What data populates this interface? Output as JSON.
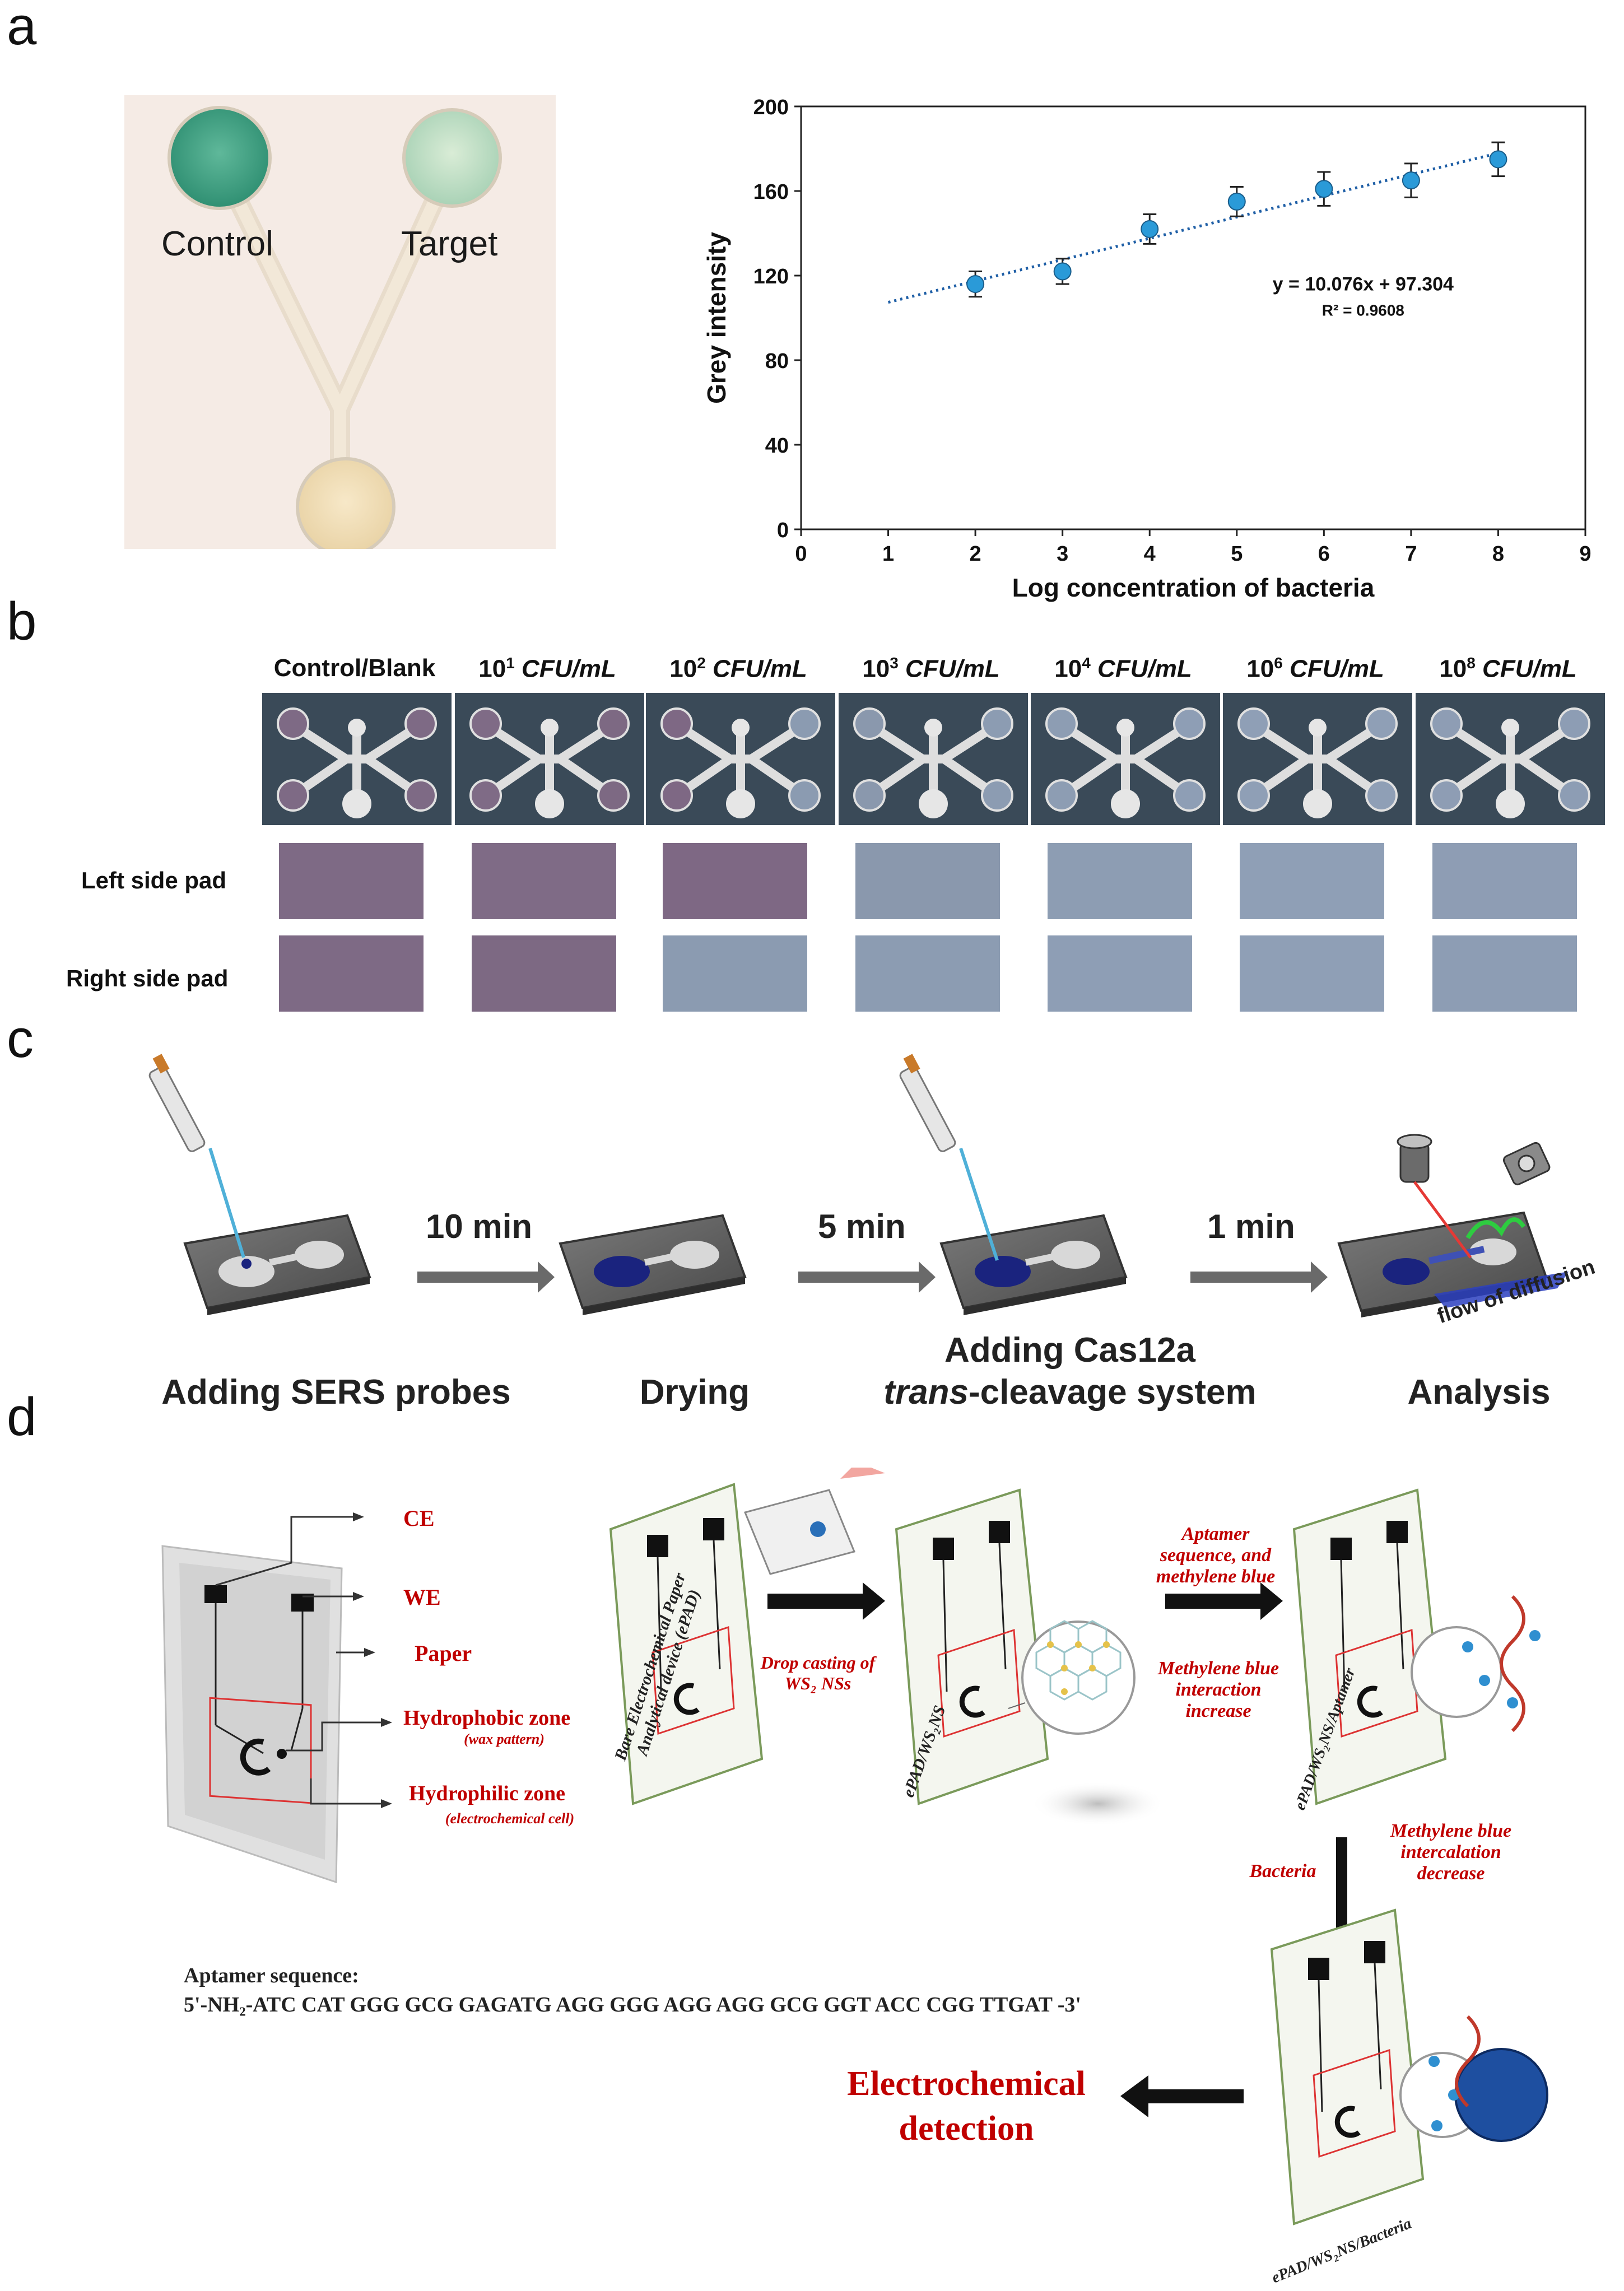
{
  "panels": {
    "a": "a",
    "b": "b",
    "c": "c",
    "d": "d"
  },
  "panel_a": {
    "photo_labels": {
      "control": "Control",
      "target": "Target"
    }
  },
  "chart_data": {
    "type": "scatter",
    "x": [
      2,
      3,
      4,
      5,
      6,
      7,
      8
    ],
    "y": [
      116,
      122,
      142,
      155,
      161,
      165,
      175
    ],
    "yerr": [
      6,
      6,
      7,
      7,
      8,
      8,
      8
    ],
    "xlabel": "Log concentration of bacteria",
    "ylabel": "Grey intensity",
    "xlim": [
      0,
      9
    ],
    "ylim": [
      0,
      200
    ],
    "xticks": [
      "0",
      "1",
      "2",
      "3",
      "4",
      "5",
      "6",
      "7",
      "8",
      "9"
    ],
    "yticks": [
      "0",
      "40",
      "80",
      "120",
      "160",
      "200"
    ],
    "trendline": {
      "slope": 10.076,
      "intercept": 97.304,
      "x_start": 1,
      "x_end": 8,
      "style": "dotted"
    },
    "equation": "y = 10.076x + 97.304",
    "r2": "R² = 0.9608",
    "grid": false,
    "point_color": "#2a9ad8"
  },
  "panel_b": {
    "columns": [
      {
        "label": "Control/Blank",
        "exp": "",
        "unit": ""
      },
      {
        "label": "10",
        "exp": "1",
        "unit": " CFU/mL"
      },
      {
        "label": "10",
        "exp": "2",
        "unit": " CFU/mL"
      },
      {
        "label": "10",
        "exp": "3",
        "unit": " CFU/mL"
      },
      {
        "label": "10",
        "exp": "4",
        "unit": " CFU/mL"
      },
      {
        "label": "10",
        "exp": "6",
        "unit": " CFU/mL"
      },
      {
        "label": "10",
        "exp": "8",
        "unit": " CFU/mL"
      }
    ],
    "rows": [
      "Left side pad",
      "Right side pad"
    ],
    "left_pad_colors": [
      "#7e6a85",
      "#7f6b86",
      "#7e6884",
      "#8a98ad",
      "#8d9db3",
      "#8f9fb6",
      "#8e9db4"
    ],
    "right_pad_colors": [
      "#7e6a85",
      "#7d6983",
      "#8b9bb1",
      "#8c9cb2",
      "#8e9eb5",
      "#8f9fb6",
      "#8d9db4"
    ]
  },
  "panel_c": {
    "steps": [
      "Adding SERS probes",
      "Drying",
      "Adding Cas12a",
      "-cleavage system",
      "Analysis"
    ],
    "trans": "trans",
    "times": [
      "10 min",
      "5 min",
      "1 min"
    ],
    "flow": "flow of diffusion"
  },
  "panel_d": {
    "legend": {
      "ce": "CE",
      "we": "WE",
      "paper": "Paper",
      "hydrophobic": "Hydrophobic zone",
      "hydrophobic_sub": "(wax pattern)",
      "hydrophilic": "Hydrophilic zone",
      "hydrophilic_sub": "(electrochemical cell)"
    },
    "device1": "Bare Electrochemical Paper Analytical device (ePAD)",
    "drop_casting": "Drop casting of WS₂ NSs",
    "device2": "ePAD/WS₂NS",
    "aptamer_step": "Aptamer sequence, and methylene blue",
    "mb_increase": "Methylene blue interaction increase",
    "device3": "ePAD/WS₂NS/Aptamer",
    "bacteria": "Bacteria",
    "mb_decrease": "Methylene blue intercalation decrease",
    "device4": "ePAD/WS₂NS/Bacteria",
    "aptamer_title": "Aptamer sequence:",
    "aptamer_seq": "5'-NH₂-ATC CAT GGG GCG GAGATG AGG GGG AGG AGG GCG GGT ACC CGG TTGAT -3'",
    "detection_line1": "Electrochemical",
    "detection_line2": "detection"
  }
}
